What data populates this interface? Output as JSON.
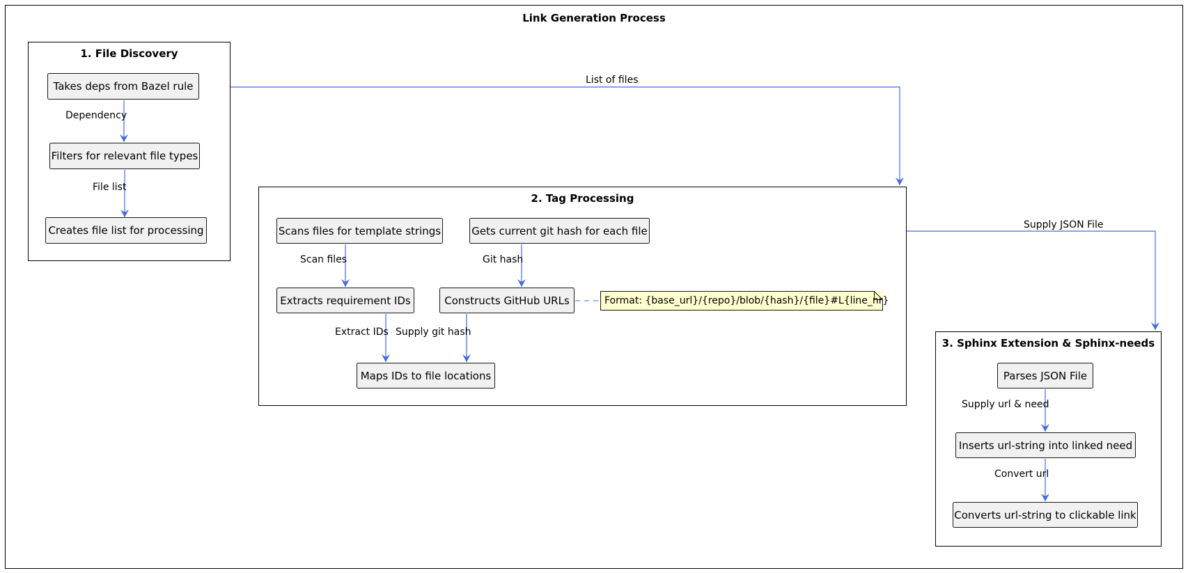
{
  "diagram": {
    "title": "Link Generation Process",
    "colors": {
      "arrow": "#4169e1",
      "node_fill": "#f1f1f1",
      "note_fill": "#fefece",
      "border": "#181818"
    },
    "packages": [
      {
        "title": "1. File Discovery",
        "nodes": [
          "Takes deps from Bazel rule",
          "Filters for relevant file types",
          "Creates file list for processing"
        ],
        "edge_labels": [
          "Dependency",
          "File list"
        ]
      },
      {
        "title": "2. Tag Processing",
        "nodes": [
          "Scans files for template strings",
          "Gets current git hash for each file",
          "Extracts requirement IDs",
          "Constructs GitHub URLs",
          "Maps IDs to file locations"
        ],
        "edge_labels": [
          "Scan files",
          "Git hash",
          "Extract IDs",
          "Supply git hash"
        ],
        "note": "Format: {base_url}/{repo}/blob/{hash}/{file}#L{line_nr}"
      },
      {
        "title": "3. Sphinx Extension & Sphinx-needs",
        "nodes": [
          "Parses JSON File",
          "Inserts url-string into linked need",
          "Converts url-string to clickable link"
        ],
        "edge_labels": [
          "Supply url & need",
          "Convert url"
        ]
      }
    ],
    "cross_edges": [
      "List of files",
      "Supply JSON File"
    ]
  }
}
